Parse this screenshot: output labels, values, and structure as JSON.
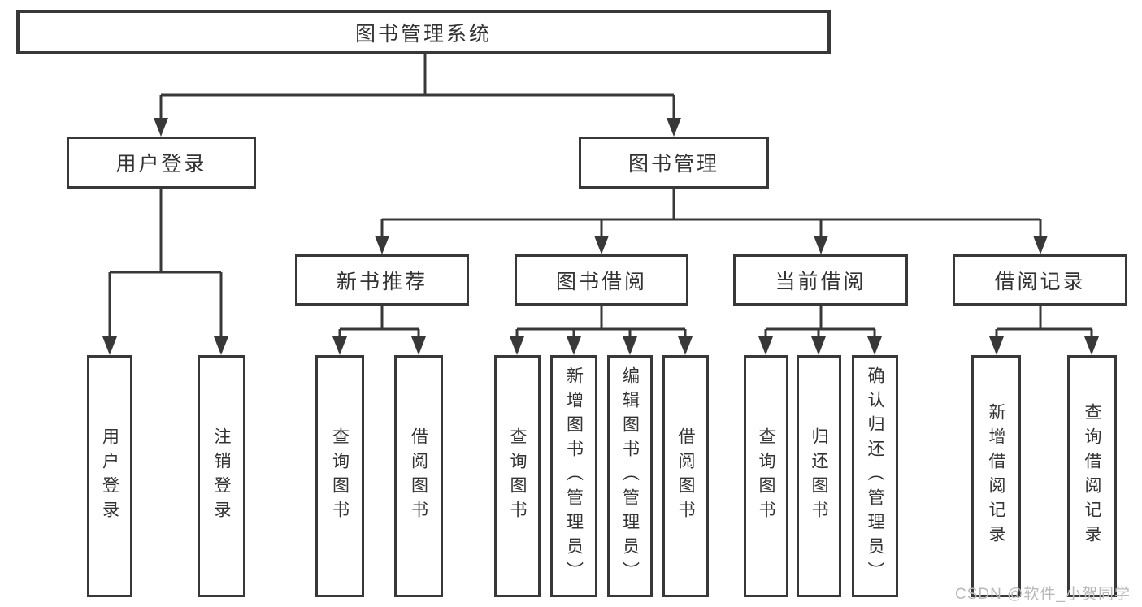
{
  "root": {
    "label": "图书管理系统"
  },
  "level2": {
    "user_login": {
      "label": "用户登录"
    },
    "book_management": {
      "label": "图书管理"
    }
  },
  "level3": {
    "new_book_recommend": {
      "label": "新书推荐"
    },
    "book_borrowing": {
      "label": "图书借阅"
    },
    "current_borrowing": {
      "label": "当前借阅"
    },
    "borrowing_records": {
      "label": "借阅记录"
    }
  },
  "leaves": {
    "user_login": {
      "login": "用户登录",
      "logout": "注销登录"
    },
    "new_book_recommend": {
      "query_books": "查询图书",
      "borrow_books": "借阅图书"
    },
    "book_borrowing": {
      "query_books": "查询图书",
      "add_books": "新增图书（管理员）",
      "edit_books": "编辑图书（管理员）",
      "borrow_books": "借阅图书"
    },
    "current_borrowing": {
      "query_books": "查询图书",
      "return_books": "归还图书",
      "confirm_return": "确认归还（管理员）"
    },
    "borrowing_records": {
      "add_record": "新增借阅记录",
      "query_record": "查询借阅记录"
    }
  },
  "watermark": "CSDN @软件_小贺同学",
  "colors": {
    "line": "#383838",
    "text": "#333333",
    "watermark": "#b9b9b9",
    "background": "#ffffff"
  }
}
